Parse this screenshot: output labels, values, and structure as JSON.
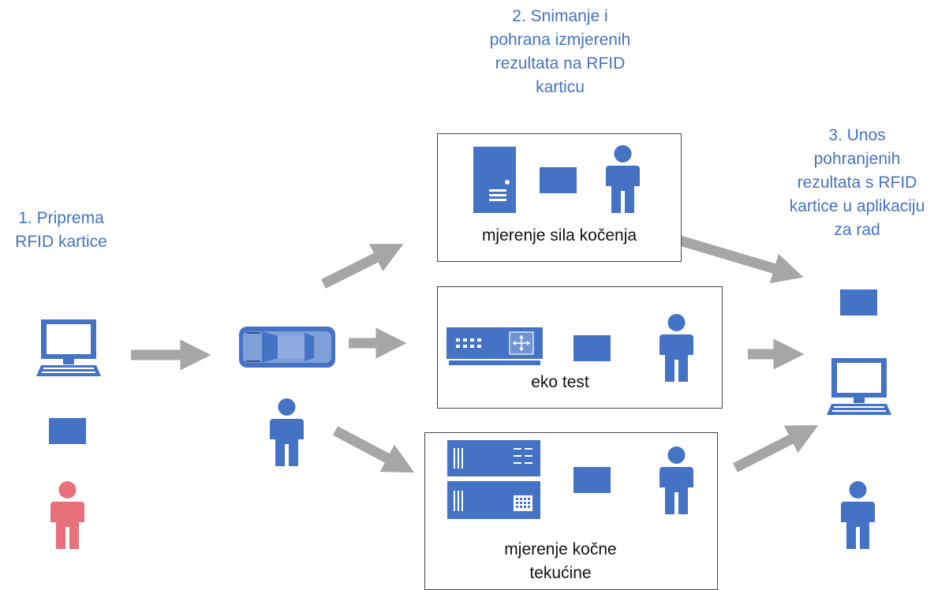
{
  "steps": {
    "step1": "1. Priprema\nRFID kartice",
    "step2": "2. Snimanje i\npohrana izmjerenih\nrezultata na RFID\nkarticu",
    "step3": "3. Unos\npohranjenih\nrezultata s RFID\nkartice u aplikaciju\nza rad"
  },
  "stages": {
    "brake_forces": "mjerenje sila kočenja",
    "eco_test": "eko test",
    "brake_fluid": "mjerenje kočne\ntekućine"
  },
  "colors": {
    "primary": "#4472c4",
    "operator_red": "#e8707a",
    "arrow_gray": "#a6a6a6"
  },
  "icons": [
    "computer-icon",
    "rfid-card-icon",
    "person-icon",
    "car-icon",
    "server-tower-icon",
    "network-switch-icon",
    "rack-server-icon"
  ]
}
